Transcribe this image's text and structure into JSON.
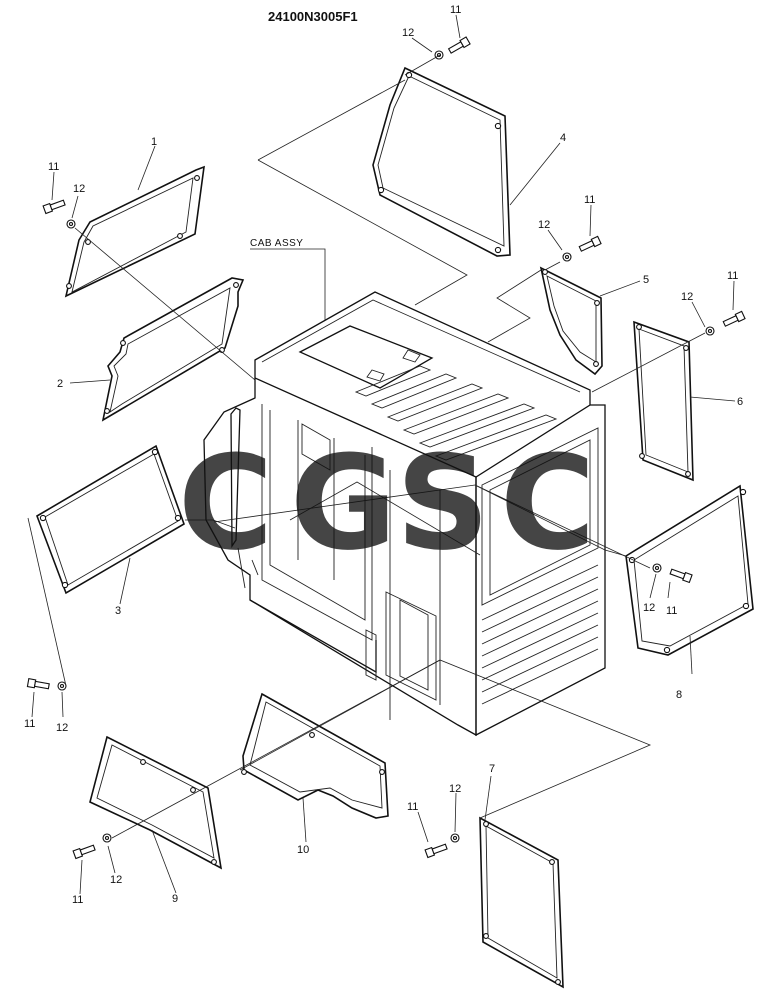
{
  "diagram": {
    "part_code": "24100N3005F1",
    "assembly_label": "CAB ASSY",
    "watermark": {
      "letters": [
        "C",
        "G",
        "S",
        "C"
      ],
      "colors": [
        "#4285F4",
        "#EA4335",
        "#FBBC05",
        "#34A853"
      ]
    },
    "callouts": {
      "c1": "1",
      "c2": "2",
      "c3": "3",
      "c4": "4",
      "c5": "5",
      "c6": "6",
      "c7": "7",
      "c8": "8",
      "c9": "9",
      "c10": "10",
      "bolt_a": "11",
      "washer_a": "12",
      "bolt_b": "11",
      "washer_b": "12",
      "bolt_c": "11",
      "washer_c": "12",
      "bolt_d": "11",
      "washer_d": "12",
      "bolt_e": "11",
      "washer_e": "12",
      "bolt_f": "11",
      "washer_f": "12",
      "bolt_g": "11",
      "washer_g": "12",
      "bolt_h": "11",
      "washer_h": "12"
    }
  }
}
